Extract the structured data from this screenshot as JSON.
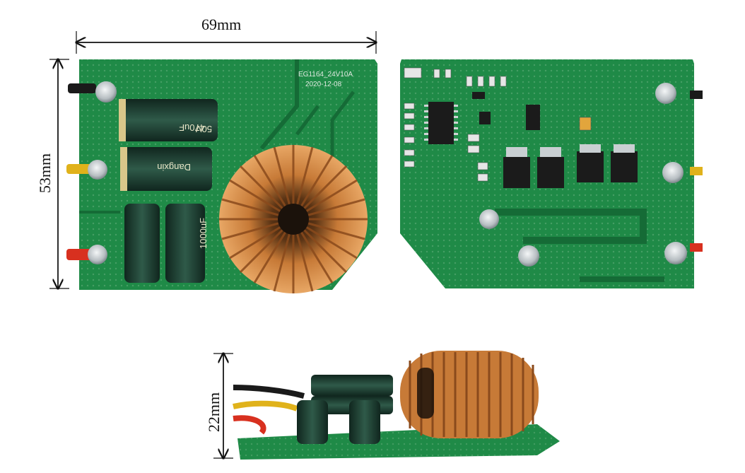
{
  "dimensions": {
    "width_label": "69mm",
    "height_label": "53mm",
    "depth_label": "22mm"
  },
  "board_markings": {
    "model": "EG1164_24V10A",
    "date": "2020-12-08"
  },
  "capacitor_markings": {
    "cap1_value": "470uF",
    "cap1_voltage": "50V",
    "cap1_brand": "Dangxin",
    "cap3_value": "1000uF"
  },
  "colors": {
    "pcb_green": "#1f8a47",
    "pcb_dark": "#156b36",
    "copper": "#c77a37",
    "copper_dark": "#8a4a1c",
    "cap_green": "#23483a",
    "wire_black": "#1a1a1a",
    "wire_yellow": "#e0b21b",
    "wire_red": "#d8301f",
    "solder": "#c9cfd2"
  }
}
